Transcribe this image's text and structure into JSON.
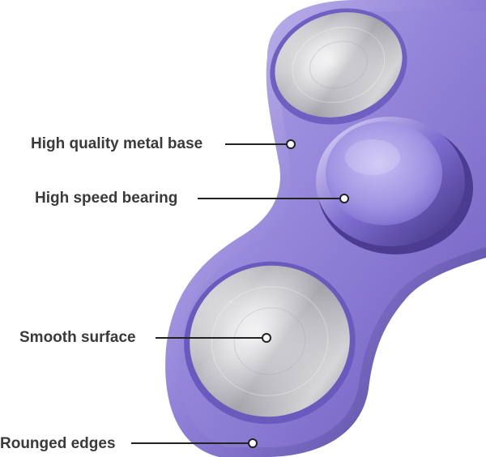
{
  "product": {
    "name": "fidget spinner",
    "body_color": "#8f7fd6",
    "body_highlight": "#b7adea",
    "body_shadow": "#5e4fa8",
    "metal_color": "#cfcfd3"
  },
  "callouts": [
    {
      "id": "metal-base",
      "label": "High quality metal base"
    },
    {
      "id": "bearing",
      "label": "High speed bearing"
    },
    {
      "id": "surface",
      "label": "Smooth surface"
    },
    {
      "id": "edges",
      "label": "Rounged edges"
    }
  ]
}
